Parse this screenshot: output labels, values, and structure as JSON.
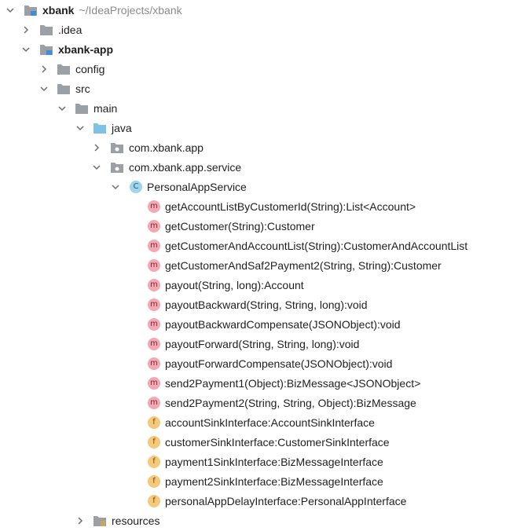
{
  "project": {
    "name": "xbank",
    "path": "~/IdeaProjects/xbank"
  },
  "nodes": {
    "idea": ".idea",
    "app": "xbank-app",
    "config": "config",
    "src": "src",
    "main": "main",
    "java": "java",
    "pkg_app": "com.xbank.app",
    "pkg_service": "com.xbank.app.service",
    "class": "PersonalAppService",
    "resources": "resources"
  },
  "members": [
    {
      "kind": "m",
      "text": "getAccountListByCustomerId(String):List<Account>"
    },
    {
      "kind": "m",
      "text": "getCustomer(String):Customer"
    },
    {
      "kind": "m",
      "text": "getCustomerAndAccountList(String):CustomerAndAccountList"
    },
    {
      "kind": "m",
      "text": "getCustomerAndSaf2Payment2(String, String):Customer"
    },
    {
      "kind": "m",
      "text": "payout(String, long):Account"
    },
    {
      "kind": "m",
      "text": "payoutBackward(String, String, long):void"
    },
    {
      "kind": "m",
      "text": "payoutBackwardCompensate(JSONObject):void"
    },
    {
      "kind": "m",
      "text": "payoutForward(String, String, long):void"
    },
    {
      "kind": "m",
      "text": "payoutForwardCompensate(JSONObject):void"
    },
    {
      "kind": "m",
      "text": "send2Payment1(Object):BizMessage<JSONObject>"
    },
    {
      "kind": "m",
      "text": "send2Payment2(String, String, Object):BizMessage"
    },
    {
      "kind": "f",
      "text": "accountSinkInterface:AccountSinkInterface"
    },
    {
      "kind": "f",
      "text": "customerSinkInterface:CustomerSinkInterface"
    },
    {
      "kind": "f",
      "text": "payment1SinkInterface:BizMessageInterface"
    },
    {
      "kind": "f",
      "text": "payment2SinkInterface:BizMessageInterface"
    },
    {
      "kind": "f",
      "text": "personalAppDelayInterface:PersonalAppInterface"
    }
  ],
  "badges": {
    "method": "m",
    "field": "f",
    "class": "C"
  },
  "icons": {
    "chevron": "chevron-icon",
    "folder": "folder-icon",
    "module": "module-icon",
    "package": "package-icon",
    "resources": "resources-folder-icon"
  },
  "colors": {
    "folder": "#9aa0a6",
    "source_folder": "#7ec3e6",
    "module_marker": "#3d8fd9",
    "method_badge": "#f4a8b4",
    "field_badge": "#f5c87a",
    "class_badge": "#9fd5ec",
    "path_text": "#8a8a8a"
  }
}
